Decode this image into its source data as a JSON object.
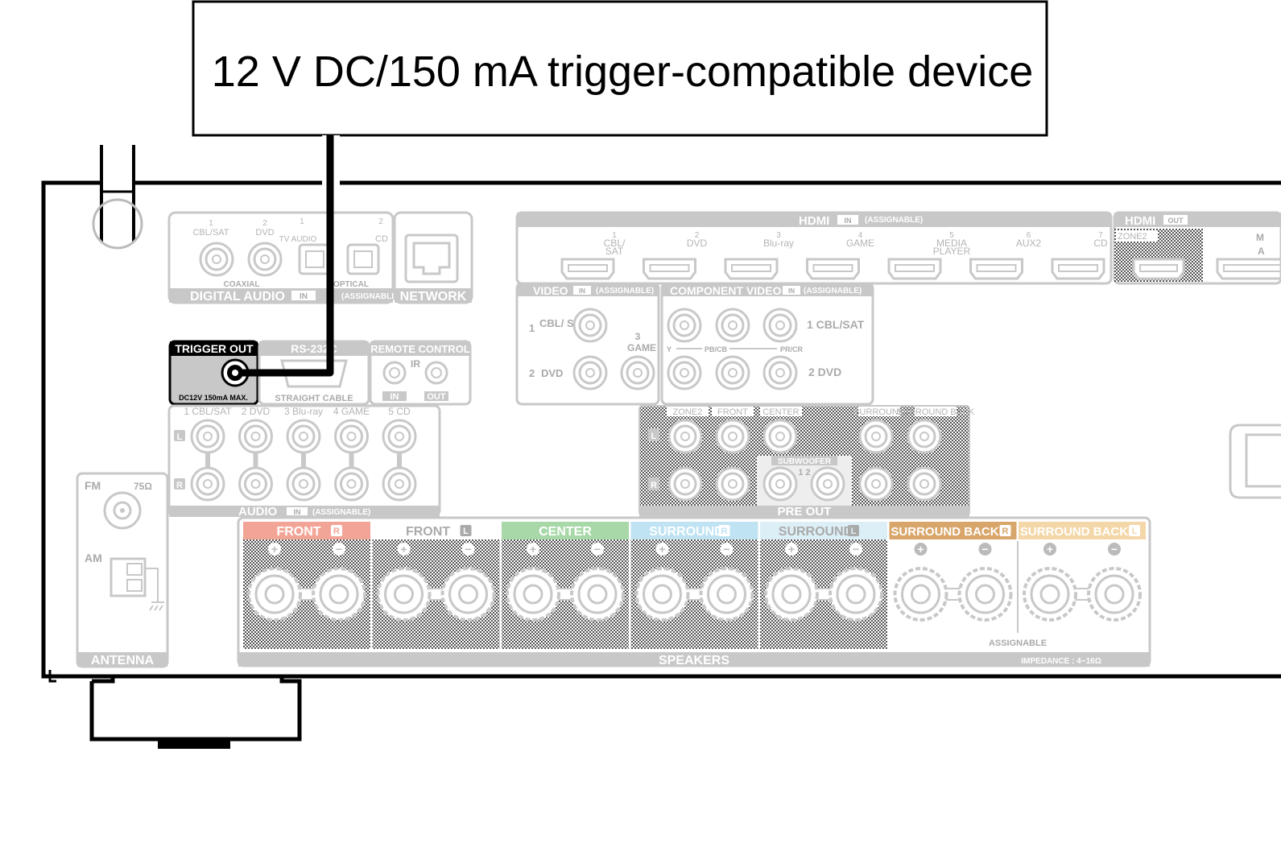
{
  "callout": {
    "text": "12 V DC/150 mA trigger-compatible device"
  },
  "colors": {
    "panel_gray": "#c8c8c8",
    "front_r": "#f2a596",
    "center": "#a8d8a8",
    "surround_r": "#bfe3f2",
    "surround_l": "#dceff7",
    "surround_back_r": "#d8a66a",
    "surround_back_l": "#f4d7a8",
    "highlight": "#000000"
  },
  "digital_audio": {
    "title": "DIGITAL AUDIO",
    "in_badge": "IN",
    "assignable": "(ASSIGNABLE)",
    "coaxial_label": "COAXIAL",
    "optical_label": "OPTICAL",
    "ports": [
      {
        "num": "1",
        "name": "CBL/SAT"
      },
      {
        "num": "2",
        "name": "DVD"
      },
      {
        "num": "1",
        "name": "TV AUDIO"
      },
      {
        "num": "2",
        "name": "CD"
      }
    ]
  },
  "network": {
    "title": "NETWORK"
  },
  "trigger_out": {
    "title": "TRIGGER OUT",
    "spec": "DC12V 150mA MAX."
  },
  "rs232": {
    "title": "RS-232C",
    "cable": "STRAIGHT CABLE"
  },
  "remote_control": {
    "title": "REMOTE CONTROL",
    "ir": "IR",
    "in": "IN",
    "out": "OUT"
  },
  "hdmi_in": {
    "title": "HDMI",
    "in_badge": "IN",
    "assignable": "(ASSIGNABLE)",
    "ports": [
      {
        "num": "1",
        "name": "CBL/ SAT"
      },
      {
        "num": "2",
        "name": "DVD"
      },
      {
        "num": "3",
        "name": "Blu-ray"
      },
      {
        "num": "4",
        "name": "GAME"
      },
      {
        "num": "5",
        "name": "MEDIA PLAYER"
      },
      {
        "num": "6",
        "name": "AUX2"
      },
      {
        "num": "7",
        "name": "CD"
      }
    ]
  },
  "hdmi_out": {
    "title": "HDMI",
    "out_badge": "OUT",
    "zone2": "ZONE2",
    "cut_letters": [
      "M",
      "A"
    ]
  },
  "video_in": {
    "title": "VIDEO",
    "in_badge": "IN",
    "assignable": "(ASSIGNABLE)",
    "ports": [
      {
        "num": "1",
        "name": "CBL/ SAT"
      },
      {
        "num": "2",
        "name": "DVD"
      },
      {
        "num": "3",
        "name": "GAME"
      }
    ]
  },
  "component_video": {
    "title": "COMPONENT VIDEO",
    "in_badge": "IN",
    "assignable": "(ASSIGNABLE)",
    "channels": [
      "Y",
      "PB/CB",
      "PR/CR"
    ],
    "rows": [
      "1 CBL/SAT",
      "2 DVD"
    ]
  },
  "audio_in": {
    "title": "AUDIO",
    "in_badge": "IN",
    "assignable": "(ASSIGNABLE)",
    "left": "L",
    "right": "R",
    "columns": [
      "1 CBL/SAT",
      "2 DVD",
      "3 Blu-ray",
      "4 GAME",
      "5 CD"
    ]
  },
  "pre_out": {
    "title": "PRE OUT",
    "columns": [
      "ZONE2",
      "FRONT",
      "CENTER",
      "SURROUND",
      "SURROUND BACK"
    ],
    "subwoofer": "SUBWOOFER",
    "subwoofer_nums": "1 2",
    "left": "L",
    "right": "R"
  },
  "antenna": {
    "title": "ANTENNA",
    "fm": "FM",
    "fm_ohm": "75Ω",
    "am": "AM"
  },
  "speakers": {
    "title": "SPEAKERS",
    "impedance": "IMPEDANCE : 4~16Ω",
    "assignable": "ASSIGNABLE",
    "plus": "+",
    "minus": "−",
    "channels": [
      {
        "label": "FRONT",
        "side": "R"
      },
      {
        "label": "FRONT",
        "side": "L"
      },
      {
        "label": "CENTER",
        "side": ""
      },
      {
        "label": "SURROUND",
        "side": "R"
      },
      {
        "label": "SURROUND",
        "side": "L"
      },
      {
        "label": "SURROUND BACK",
        "side": "R"
      },
      {
        "label": "SURROUND BACK",
        "side": "L"
      }
    ]
  }
}
